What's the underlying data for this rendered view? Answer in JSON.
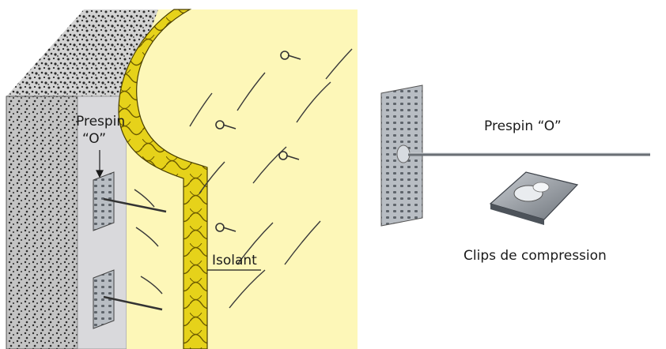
{
  "labels": {
    "prespin_wall_line1": "Prespin",
    "prespin_wall_line2": "“O”",
    "isolant": "Isolant",
    "prespin_product": "Prespin “O”",
    "clips": "Clips de compression"
  },
  "icons": {
    "concrete_wall": "concrete-wall-icon",
    "insulation": "insulation-layer-icon",
    "prespin_pin": "prespin-pin-icon",
    "compression_clip": "compression-clip-icon"
  },
  "colors": {
    "concrete_face": "#c9c9c9",
    "concrete_dots": "#2b2b2b",
    "plaster": "#d9d9dc",
    "insulation_face": "#fdf7b8",
    "insulation_band": "#e2cf12",
    "metal": "#b7bcc2"
  }
}
